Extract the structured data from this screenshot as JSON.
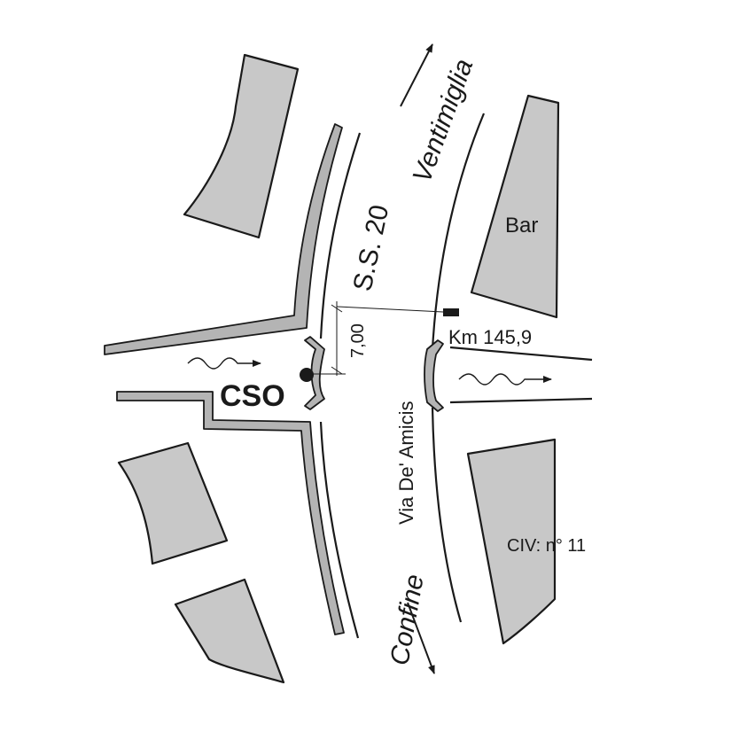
{
  "labels": {
    "road": "S.S. 20",
    "north": "Ventimiglia",
    "south": "Confine",
    "side_street": "Via De' Amicis",
    "bar": "Bar",
    "civic": "CIV: n° 11",
    "km_marker": "Km 145,9",
    "outfall": "CSO",
    "distance": "7,00"
  },
  "colors": {
    "building": "#c8c8c8",
    "sidewalk": "#b4b4b4",
    "ink": "#1a1a1a"
  },
  "icons": {
    "north_arrow": "arrow-up-right-icon",
    "south_arrow": "arrow-down-right-icon",
    "outfall_marker": "filled-circle-icon",
    "km_marker": "black-rectangle-icon",
    "flow_in": "wavy-arrow-icon",
    "flow_out": "wavy-arrow-icon"
  }
}
